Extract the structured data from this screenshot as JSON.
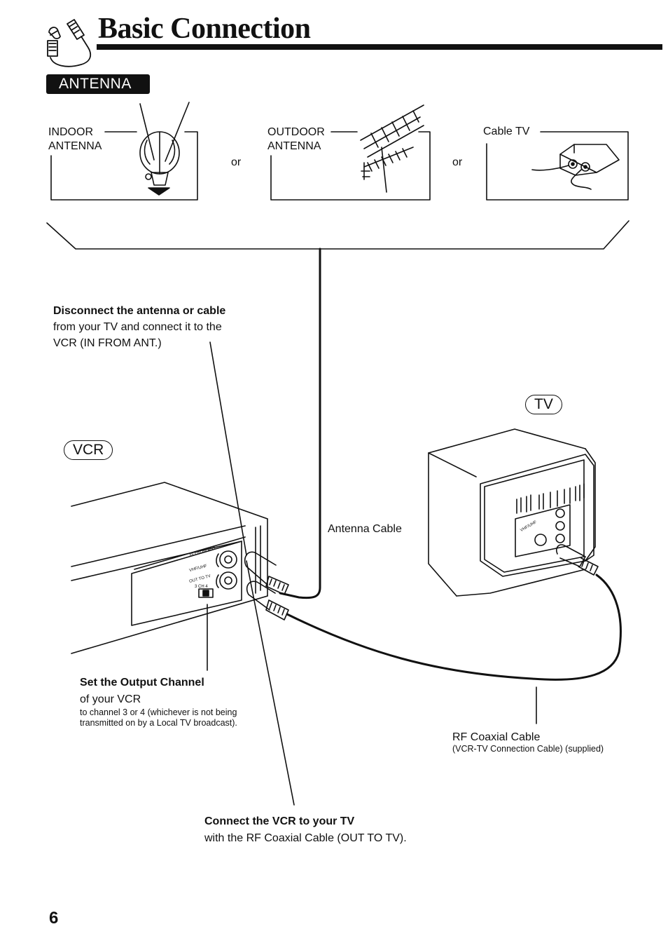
{
  "title": "Basic Connection",
  "antenna_badge": "ANTENNA",
  "sources": {
    "indoor_line1": "INDOOR",
    "indoor_line2": "ANTENNA",
    "or_1": "or",
    "outdoor_line1": "OUTDOOR",
    "outdoor_line2": "ANTENNA",
    "or_2": "or",
    "cable_tv": "Cable TV"
  },
  "step_disconnect": {
    "heading": "Disconnect the antenna or cable",
    "line1": "from your TV and connect it to the",
    "line2": "VCR (IN FROM ANT.)"
  },
  "labels": {
    "tv": "TV",
    "vcr": "VCR",
    "antenna_cable": "Antenna Cable"
  },
  "vcr_panel": {
    "in_from_ant": "IN FROM ANT.",
    "vhf_uhf": "VHF/UHF",
    "out_to_tv": "OUT TO TV",
    "ch": "3 CH 4"
  },
  "tv_panel": {
    "vhf_uhf": "VHF/UHF"
  },
  "step_output": {
    "heading": "Set the Output Channel",
    "line1": "of your VCR",
    "note1": "to channel 3 or 4 (whichever is not being",
    "note2": "transmitted on by a Local TV broadcast)."
  },
  "rf_cable": {
    "label": "RF Coaxial Cable",
    "note": "(VCR-TV Connection Cable) (supplied)"
  },
  "step_connect": {
    "heading": "Connect the VCR to your TV",
    "line1": "with the RF Coaxial Cable (OUT TO TV)."
  },
  "page_number": "6"
}
